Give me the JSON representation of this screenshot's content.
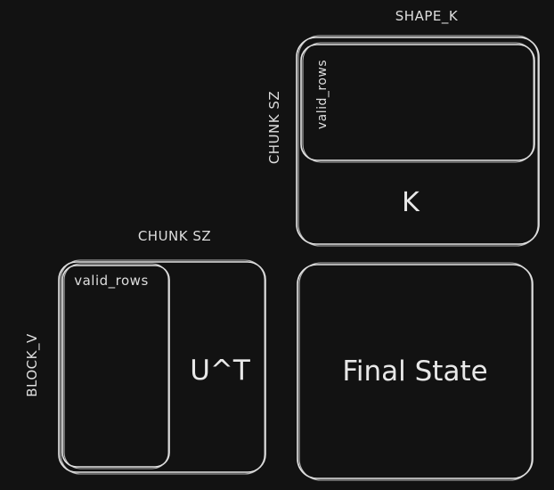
{
  "k_block": {
    "top_label": "SHAPE_K",
    "side_label": "CHUNK SZ",
    "inner_label": "valid_rows",
    "center_label": "K"
  },
  "ut_block": {
    "top_label": "CHUNK SZ",
    "side_label": "BLOCK_V",
    "inner_label": "valid_rows",
    "center_label": "U^T"
  },
  "final_block": {
    "center_label": "Final State"
  },
  "colors": {
    "background": "#121212",
    "stroke": "#e6e6e6",
    "text": "#dedede"
  }
}
